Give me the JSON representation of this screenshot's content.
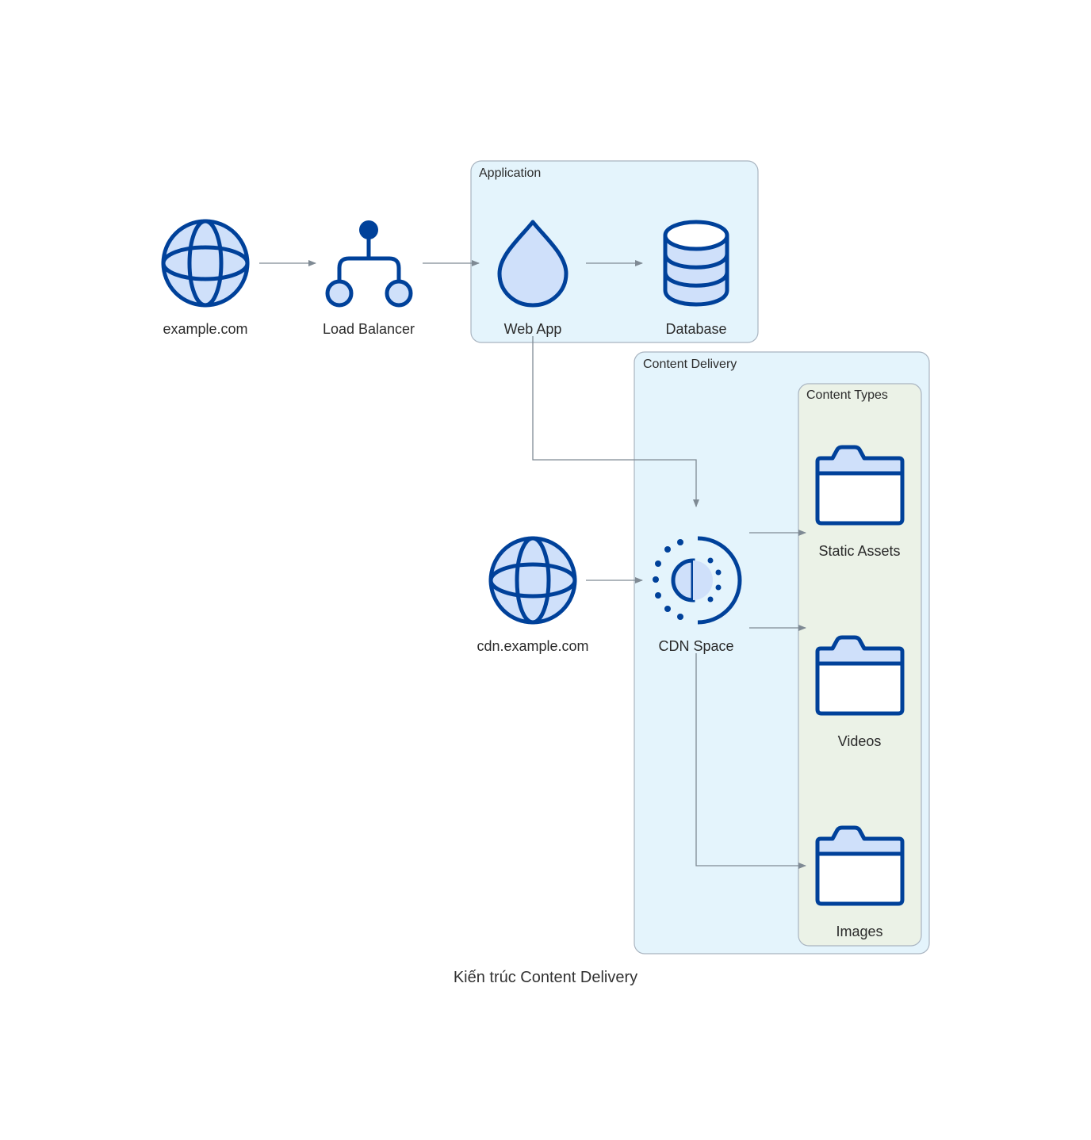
{
  "caption": "Kiến trúc Content Delivery",
  "colors": {
    "icon_stroke": "#00419a",
    "icon_fill": "#cfe0fa",
    "edge": "#7f8a94",
    "cluster_blue_fill": "#e4f4fc",
    "cluster_green_fill": "#ebf2e7",
    "cluster_border": "#a9b4c0"
  },
  "clusters": {
    "application": {
      "label": "Application"
    },
    "content_delivery": {
      "label": "Content Delivery"
    },
    "content_types": {
      "label": "Content Types"
    }
  },
  "nodes": {
    "example_com": {
      "label": "example.com",
      "icon": "globe-icon"
    },
    "load_balancer": {
      "label": "Load Balancer",
      "icon": "load-balancer-icon"
    },
    "web_app": {
      "label": "Web App",
      "icon": "droplet-icon"
    },
    "database": {
      "label": "Database",
      "icon": "database-icon"
    },
    "cdn_example_com": {
      "label": "cdn.example.com",
      "icon": "globe-icon"
    },
    "cdn_space": {
      "label": "CDN Space",
      "icon": "cdn-icon"
    },
    "static_assets": {
      "label": "Static Assets",
      "icon": "folder-icon"
    },
    "videos": {
      "label": "Videos",
      "icon": "folder-icon"
    },
    "images": {
      "label": "Images",
      "icon": "folder-icon"
    }
  },
  "edges": [
    {
      "from": "example_com",
      "to": "load_balancer"
    },
    {
      "from": "load_balancer",
      "to": "web_app"
    },
    {
      "from": "web_app",
      "to": "database"
    },
    {
      "from": "web_app",
      "to": "cdn_space"
    },
    {
      "from": "cdn_example_com",
      "to": "cdn_space"
    },
    {
      "from": "cdn_space",
      "to": "static_assets"
    },
    {
      "from": "cdn_space",
      "to": "videos"
    },
    {
      "from": "cdn_space",
      "to": "images"
    }
  ]
}
